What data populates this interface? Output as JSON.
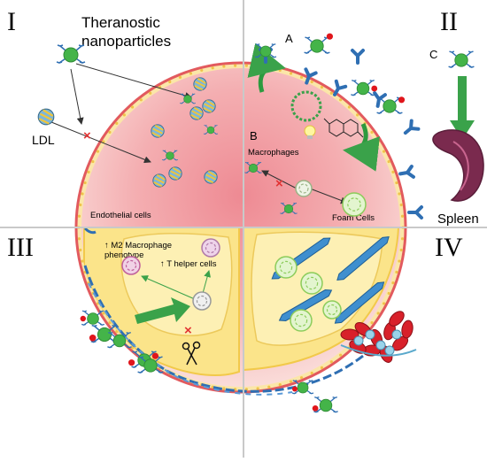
{
  "quadrants": {
    "q1": "I",
    "q2": "II",
    "q3": "III",
    "q4": "IV"
  },
  "labels": {
    "theranostic_line1": "Theranostic",
    "theranostic_line2": "nanoparticles",
    "ldl": "LDL",
    "endothelial": "Endothelial cells",
    "panel_a": "A",
    "panel_b": "B",
    "panel_c": "C",
    "macrophages": "Macrophages",
    "foam_cells": "Foam Cells",
    "spleen": "Spleen",
    "m2_line1": "↑ M2 Macrophage",
    "m2_line2": "phenotype",
    "t_helper": "↑ T helper cells"
  },
  "colors": {
    "vessel_core": "#f3a1a6",
    "vessel_rim": "#f6d7d5",
    "plaque": "#fbe58c",
    "wall_red": "#e0454c",
    "nanoparticle": "#44b449",
    "tag_red": "#e0151b",
    "receptor_blue": "#2f6fb3",
    "arrow_green": "#2d9a3f",
    "spleen": "#7a2a4e",
    "inhibit_x": "#e23333"
  }
}
